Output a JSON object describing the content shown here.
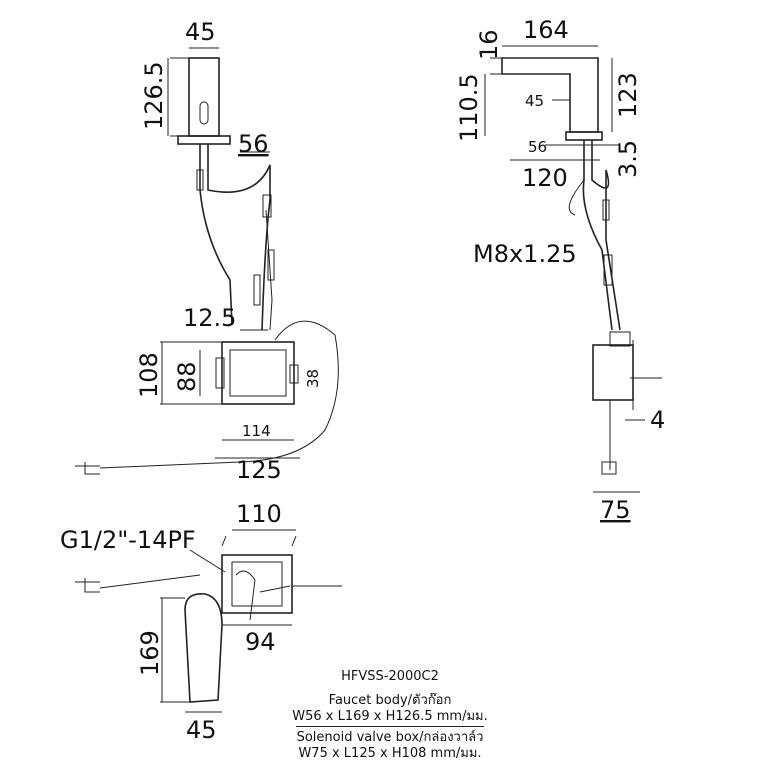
{
  "front_view": {
    "width_top": "45",
    "height": "126.5",
    "base_width": "56"
  },
  "side_view": {
    "length": "164",
    "top_thickness": "16",
    "height_left": "110.5",
    "height_right": "123",
    "spout_width": "45",
    "base_width": "56",
    "depth": "120",
    "base_thickness": "3.5",
    "thread": "M8x1.25"
  },
  "valve_box_front": {
    "offset": "12.5",
    "outer_height": "108",
    "inner_height": "88",
    "bracket": "38",
    "inner_width": "114",
    "outer_width": "125"
  },
  "valve_box_side": {
    "thickness": "4",
    "width": "75"
  },
  "top_view": {
    "connection": "G1/2\"-14PF",
    "box_width": "110",
    "faucet_length": "169",
    "offset": "94",
    "faucet_width": "45"
  },
  "spec": {
    "model": "HFVSS-2000C2",
    "faucet_label": "Faucet body/ตัวก๊อก",
    "faucet_dims": "W56 x L169 x H126.5 mm/มม.",
    "valve_label": "Solenoid valve box/กล่องวาล์ว",
    "valve_dims": "W75 x L125 x H108 mm/มม."
  }
}
